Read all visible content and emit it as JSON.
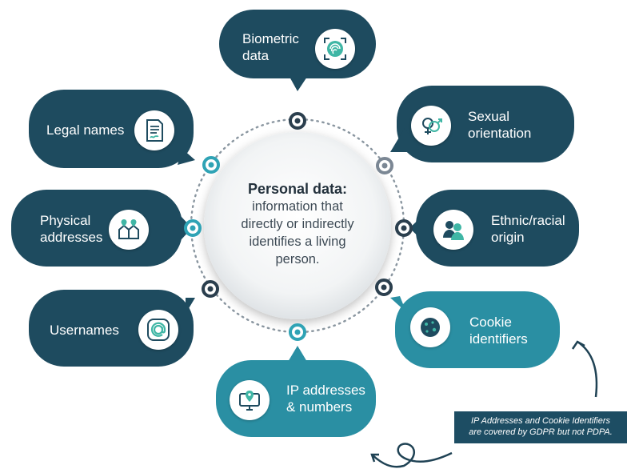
{
  "center": {
    "title": "Personal data:",
    "lines": [
      "information that",
      "directly or indirectly",
      "identifies a living",
      "person."
    ]
  },
  "items": [
    {
      "id": "biometric",
      "lines": [
        "Biometric",
        "data"
      ],
      "icon": "fingerprint-icon"
    },
    {
      "id": "sexual",
      "lines": [
        "Sexual",
        "orientation"
      ],
      "icon": "gender-symbols-icon"
    },
    {
      "id": "ethnic",
      "lines": [
        "Ethnic/racial",
        "origin"
      ],
      "icon": "people-icon"
    },
    {
      "id": "cookie",
      "lines": [
        "Cookie",
        "identifiers"
      ],
      "icon": "cookie-icon"
    },
    {
      "id": "ip",
      "lines": [
        "IP addresses",
        "& numbers"
      ],
      "icon": "computer-location-icon"
    },
    {
      "id": "usernames",
      "lines": [
        "Usernames"
      ],
      "icon": "at-sign-icon"
    },
    {
      "id": "physical",
      "lines": [
        "Physical",
        "addresses"
      ],
      "icon": "map-houses-icon"
    },
    {
      "id": "legal",
      "lines": [
        "Legal names"
      ],
      "icon": "document-icon"
    }
  ],
  "note": {
    "lines": [
      "IP Addresses and Cookie Identifiers",
      "are covered by GDPR but not PDPA."
    ]
  },
  "colors": {
    "dark": "#1e4b5f",
    "teal": "#2a8fa3",
    "ring_dots": "#7b8794",
    "dark_node": "#2b3f4e",
    "teal_node": "#2fa3b5",
    "note_bg": "#1d4d63"
  }
}
